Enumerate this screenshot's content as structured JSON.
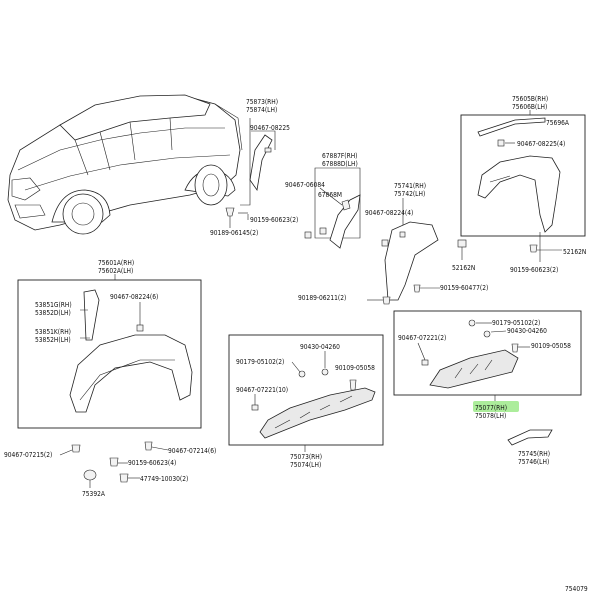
{
  "diagram_id": "754079",
  "labels": {
    "p75873": "75873(RH)",
    "p75874": "75874(LH)",
    "p90467_08225": "90467-08225",
    "p90159_60623a": "90159-60623(2)",
    "p90189_06145": "90189-06145(2)",
    "p67887F": "67887F(RH)",
    "p67888D": "67888D(LH)",
    "p90467_06084": "90467-06084",
    "p67868M": "67868M",
    "p75741": "75741(RH)",
    "p75742": "75742(LH)",
    "p90467_08224_4": "90467-08224(4)",
    "p90189_06211": "90189-06211(2)",
    "p90159_60477": "90159-60477(2)",
    "p75605B": "75605B(RH)",
    "p75606B": "75606B(LH)",
    "p75696A": "75696A",
    "p90467_08225_4": "90467-08225(4)",
    "p52162N_a": "52162N",
    "p52162N_b": "52162N",
    "p90159_60623_2b": "90159-60623(2)",
    "p75601A": "75601A(RH)",
    "p75602A": "75602A(LH)",
    "p90467_08224_6": "90467-08224(6)",
    "p53851G": "53851G(RH)",
    "p53852D": "53852D(LH)",
    "p53851K": "53851K(RH)",
    "p53852H": "53852H(LH)",
    "p90467_07215": "90467-07215(2)",
    "p90467_07214": "90467-07214(6)",
    "p90159_60623_4": "90159-60623(4)",
    "p47749": "47749-10030(2)",
    "p75392A": "75392A",
    "p90430_04260a": "90430-04260",
    "p90179_05102a": "90179-05102(2)",
    "p90109_05058a": "90109-05058",
    "p90467_07221_10": "90467-07221(10)",
    "p75073": "75073(RH)",
    "p75074": "75074(LH)",
    "p90179_05102b": "90179-05102(2)",
    "p90430_04260b": "90430-04260",
    "p90467_07221_2": "90467-07221(2)",
    "p90109_05058b": "90109-05058",
    "p75077": "75077(RH)",
    "p75078": "75078(LH)",
    "p75745": "75745(RH)",
    "p75746": "75746(LH)"
  },
  "colors": {
    "highlight": "#9eea8a",
    "line": "#222222",
    "background": "#ffffff"
  }
}
